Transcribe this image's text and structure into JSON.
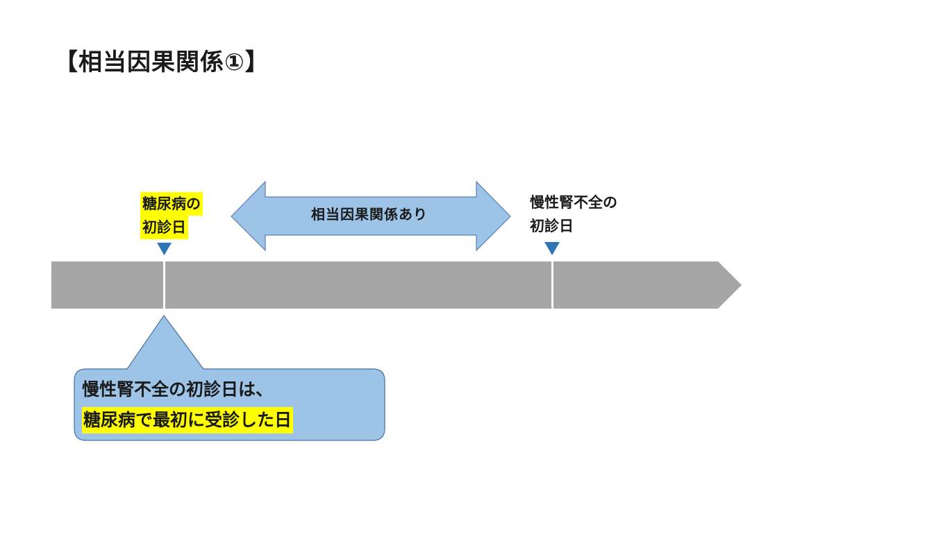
{
  "title": "【相当因果関係①】",
  "timeline": {
    "start_label_line1": "糖尿病の",
    "start_label_line2": "初診日",
    "end_label_line1": "慢性腎不全の",
    "end_label_line2": "初診日",
    "arrow_label": "相当因果関係あり"
  },
  "callout": {
    "line1": "慢性腎不全の初診日は、",
    "line2": "糖尿病で最初に受診した日"
  },
  "colors": {
    "bar": "#a6a6a6",
    "arrow_fill": "#9dc3e6",
    "arrow_stroke": "#5b7fb5",
    "marker": "#2e75b6",
    "highlight": "#ffff00"
  }
}
